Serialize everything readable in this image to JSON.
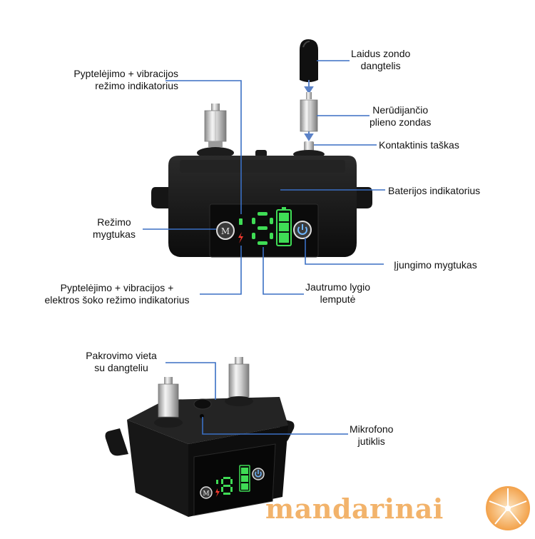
{
  "labels": {
    "probe_cap": [
      "Laidus zondo",
      "dangtelis"
    ],
    "beep_vibration_indicator": [
      "Pyptelėjimo + vibracijos",
      "režimo indikatorius"
    ],
    "steel_probe": [
      "Nerūdijančio",
      "plieno zondas"
    ],
    "contact_point": [
      "Kontaktinis taškas"
    ],
    "battery_indicator": [
      "Baterijos indikatorius"
    ],
    "mode_button": [
      "Režimo",
      "mygtukas"
    ],
    "power_button": [
      "Įjungimo mygtukas"
    ],
    "shock_indicator": [
      "Pyptelėjimo + vibracijos +",
      "elektros šoko režimo indikatorius"
    ],
    "sensitivity_light": [
      "Jautrumo lygio",
      "lemputė"
    ],
    "charging_port": [
      "Pakrovimo vieta",
      "su dangteliu"
    ],
    "microphone": [
      "Mikrofono",
      "jutiklis"
    ]
  },
  "device": {
    "mode_button_glyph": "M",
    "power_icon": "power-icon"
  },
  "watermark": "mandarinai",
  "colors": {
    "leader_line": "#3a6fc4",
    "led_green": "#3fdc55",
    "led_red": "#ff3b2f",
    "housing": "#141414",
    "watermark": "#f2b36b"
  }
}
